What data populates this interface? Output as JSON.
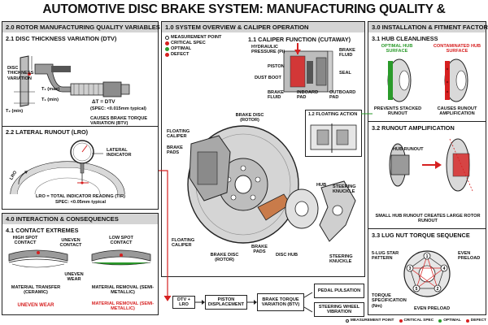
{
  "title": "AUTOMOTIVE DISC BRAKE SYSTEM: MANUFACTURING QUALITY & INSTALLATION VARIABLES",
  "colors": {
    "critical": "#d62020",
    "optimal": "#2a9a2a",
    "defect": "#d62020",
    "measurement": "#222222",
    "header_bg": "#d4d4d4"
  },
  "sec2": {
    "header": "2.0 ROTOR MANUFACTURING QUALITY VARIABLES",
    "dtv": {
      "title": "2.1 DISC THICKNESS VARIATION (DTV)",
      "label_disc": "DISC THICKNESS VARIATION",
      "t1": "T₁ (max)",
      "t2": "T₂ (min)",
      "t1_min": "T₁ (min)",
      "formula": "ΔT = DTV",
      "spec": "(SPEC: <0.015mm typical)",
      "causes": "CAUSES BRAKE TORQUE VARIATION (BTV)"
    },
    "lro": {
      "title": "2.2 LATERAL RUNOUT (LRO)",
      "indicator": "LATERAL INDICATOR",
      "lro_label": "LRO",
      "formula": "LRO = TOTAL INDICATOR READING (TIR)",
      "spec": "SPEC: <0.05mm typical"
    }
  },
  "sec1": {
    "header": "1.0 SYSTEM OVERVIEW & CALIPER OPERATION",
    "legend": [
      "MEASUREMENT POINT",
      "CRITICAL SPEC",
      "OPTIMAL",
      "DEFECT"
    ],
    "caliper_title": "1.1 CALIPER FUNCTION (CUTAWAY)",
    "cut_labels": {
      "hydraulic": "HYDRAULIC PRESSURE (Pi)",
      "piston": "PISTON",
      "dust_boot": "DUST BOOT",
      "brake_fluid": "BRAKE FLUID",
      "seal": "SEAL",
      "brake_fluid2": "BRAKE FLUID",
      "inboard": "INBOARD PAD",
      "outboard": "OUTBOARD PAD"
    },
    "floating_title": "1.2 FLOATING ACTION",
    "labels": {
      "floating_caliper": "FLOATING CALIPER",
      "brake_pads": "BRAKE PADS",
      "brake_disc": "BRAKE DISC (ROTOR)",
      "floating_caliper2": "FLOATING CALIPER",
      "brake_disc2": "BRAKE DISC (ROTOR)",
      "brake_pads2": "BRAKE PADS",
      "hub": "HUB",
      "steering_knuckle": "STEERING KNUCKLE",
      "disc_hub": "DISC HUB",
      "steering_knuckle2": "STEERING KNUCKLE"
    }
  },
  "sec3": {
    "header": "3.0 INSTALLATION & FITMENT FACTORS",
    "hub_title": "3.1 HUB CLEANLINESS",
    "optimal_label": "OPTIMAL HUB SURFACE",
    "contam_label": "CONTAMINATED HUB SURFACE",
    "prevents": "PREVENTS STACKED RUNOUT",
    "causes": "CAUSES RUNOUT AMPLIFICATION",
    "amp_title": "3.2 RUNOUT AMPLIFICATION",
    "hub_runout": "HUB RUNOUT",
    "amp_note": "SMALL HUB RUNOUT CREATES LARGE ROTOR RUNOUT",
    "lug_title": "3.3 LUG NUT TORQUE SEQUENCE",
    "star": "5-LUG STAR PATTERN",
    "even": "EVEN PRELOAD",
    "torque_spec": "TORQUE SPECIFICATION (Nm)",
    "even2": "EVEN PRELOAD",
    "lug_numbers": [
      "1",
      "2",
      "3",
      "4",
      "5"
    ]
  },
  "sec4": {
    "header": "4.0 INTERACTION & CONSEQUENCES",
    "contact_title": "4.1 CONTACT EXTREMES",
    "high_spot": "HIGH SPOT CONTACT",
    "uneven_contact": "UNEVEN CONTACT",
    "low_spot": "LOW SPOT CONTACT",
    "uneven_wear_lbl": "UNEVEN WEAR",
    "transfer": "MATERIAL TRANSFER (CERAMIC)",
    "removal": "MATERIAL REMOVAL (SEMI-METALLIC)",
    "uneven_wear": "UNEVEN WEAR",
    "material_removal": "MATERIAL REMOVAL (SEMI-METALLIC)"
  },
  "flow": [
    "DTV + LRO",
    "PISTON DISPLACEMENT",
    "BRAKE TORQUE VARIATION (BTV)",
    "PEDAL PULSATION",
    "STEERING WHEEL VIBRATION"
  ],
  "footer_legend": [
    "MEASUREMENT POINT",
    "CRITICAL SPEC",
    "OPTIMAL",
    "DEFECT"
  ]
}
